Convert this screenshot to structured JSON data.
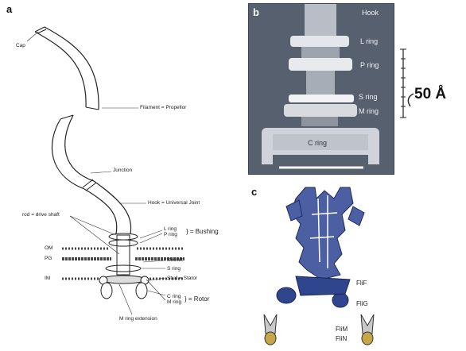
{
  "panels": {
    "a": "a",
    "b": "b",
    "c": "c"
  },
  "panel_a": {
    "cap": "Cap",
    "filament": "Filament = Propellor",
    "junction": "Junction",
    "hook": "Hook = Universal Joint",
    "rod": "rod = drive shaft",
    "l_ring": "L ring",
    "p_ring": "P ring",
    "bushing": "} = Bushing",
    "om": "OM",
    "pg": "PG",
    "im": "IM",
    "socket": "Socket",
    "s_ring": "S ring",
    "stud": "Stud = Stator",
    "c_ring": "C ring",
    "m_ring": "M ring",
    "rotor": "} = Rotor",
    "m_ring_extension": "M ring extension"
  },
  "panel_b": {
    "hook": "Hook",
    "l_ring": "L ring",
    "p_ring": "P ring",
    "s_ring": "S ring",
    "m_ring": "M ring",
    "c_ring": "C ring"
  },
  "scale": {
    "label": "50 Å"
  },
  "panel_c": {
    "flif": "FliF",
    "flig": "FliG",
    "flim": "FliM",
    "flin": "FliN"
  }
}
